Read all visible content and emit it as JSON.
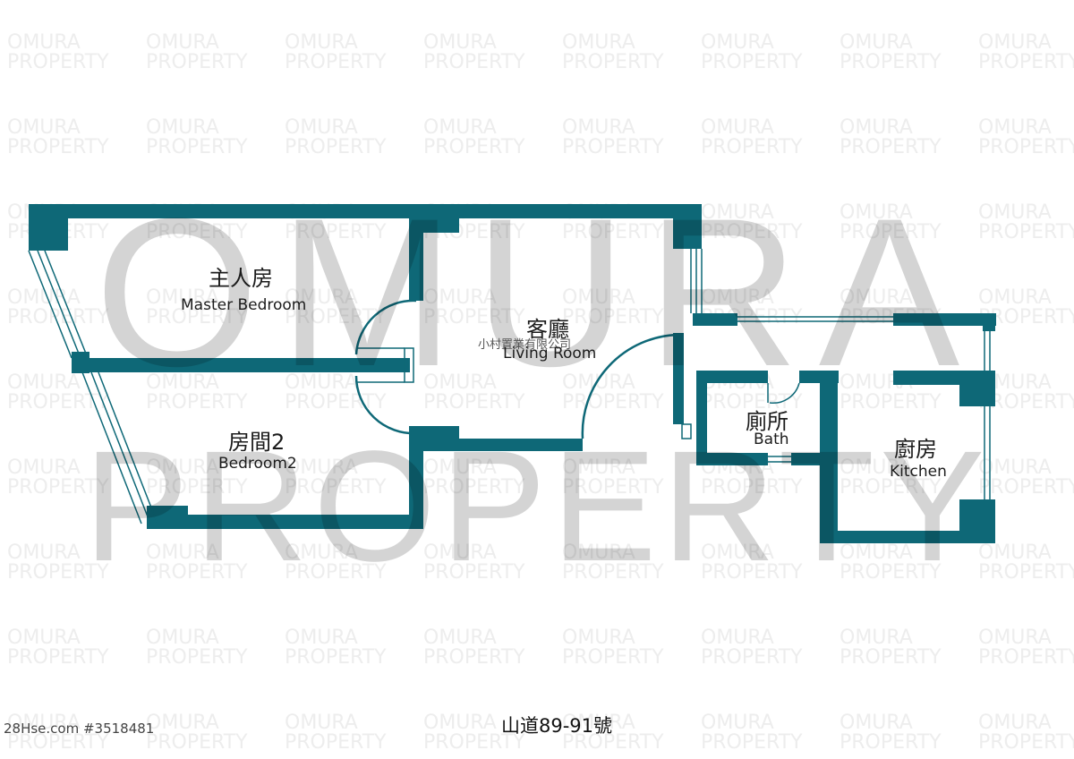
{
  "watermark": {
    "line1": "OMURA",
    "line2": "PROPERTY"
  },
  "company_watermark": "小村置業有限公司",
  "rooms": {
    "master_bedroom": {
      "zh": "主人房",
      "en": "Master Bedroom"
    },
    "bedroom2": {
      "zh": "房間2",
      "en": "Bedroom2"
    },
    "living_room": {
      "zh": "客廳",
      "en": "Living Room"
    },
    "bath": {
      "zh": "廁所",
      "en": "Bath"
    },
    "kitchen": {
      "zh": "廚房",
      "en": "Kitchen"
    }
  },
  "source_id": "28Hse.com #3518481",
  "address": "山道89-91號",
  "colors": {
    "wall": "#0e6877",
    "watermark": "#cfcfcf",
    "background": "#ffffff"
  }
}
